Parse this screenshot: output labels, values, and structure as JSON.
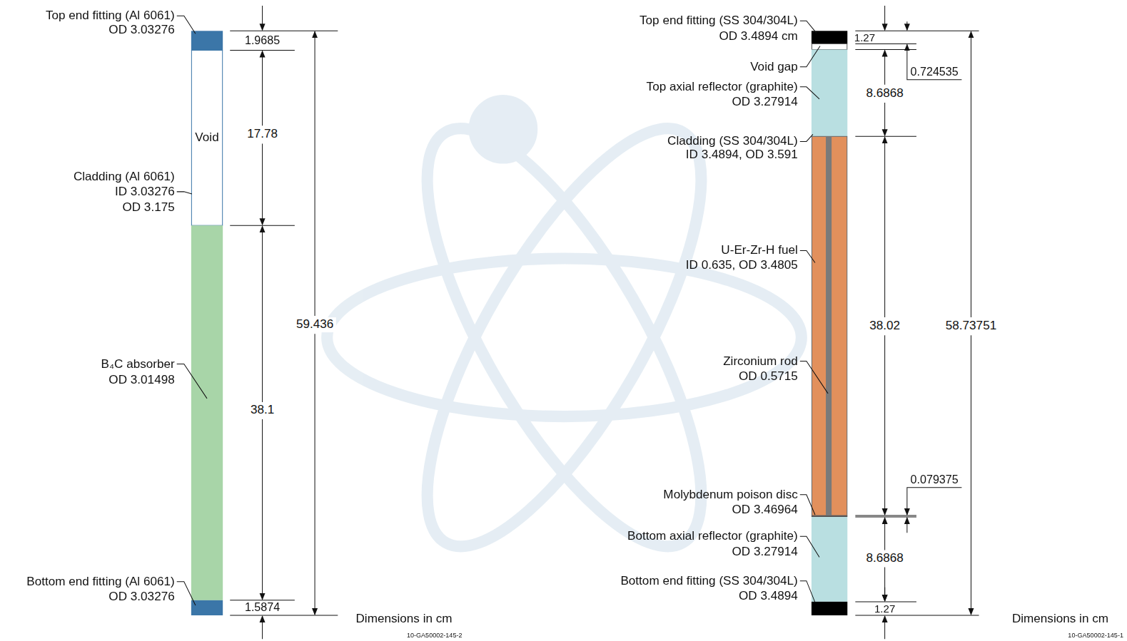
{
  "diagram": {
    "nodes": [
      {
        "text": [
          "Void"
        ]
      }
    ],
    "labels": [
      "Top end fitting (Al 6061)",
      "OD 3.03276",
      "1.9685",
      "17.78",
      "Cladding (Al 6061)",
      "ID 3.03276",
      "OD 3.175",
      "59.436",
      "B₄C absorber",
      "OD 3.01498",
      "38.1",
      "Bottom end fitting (Al 6061)",
      "OD 3.03276",
      "1.5874",
      "Dimensions in cm",
      "10-GA50002-145-2",
      "Top end fitting (SS 304/304L)",
      "OD 3.4894 cm",
      "1.27",
      "0.724535",
      "Void gap",
      "8.6868",
      "Top axial reflector (graphite)",
      "OD 3.27914",
      "Cladding (SS 304/304L)",
      "ID 3.4894, OD 3.591",
      "U-Er-Zr-H fuel",
      "ID 0.635, OD 3.4805",
      "38.02",
      "58.73751",
      "Zirconium rod",
      "OD 0.5715",
      "0.079375",
      "Molybdenum poison disc",
      "OD 3.46964",
      "Bottom axial reflector (graphite)",
      "OD 3.27914",
      "8.6868",
      "Bottom end fitting (SS 304/304L)",
      "OD 3.4894",
      "1.27",
      "Dimensions in cm",
      "10-GA50002-145-1"
    ]
  }
}
